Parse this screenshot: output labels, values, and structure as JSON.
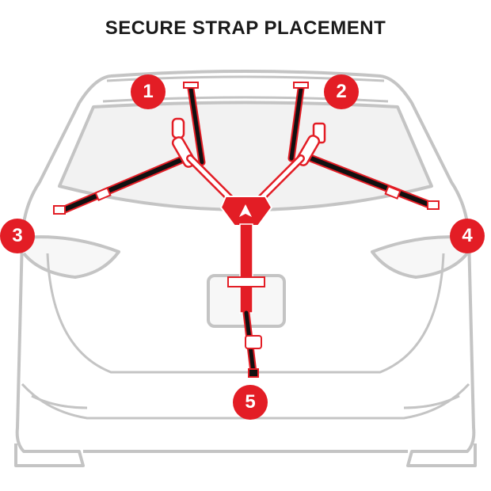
{
  "title": "SECURE STRAP PLACEMENT",
  "markers": [
    {
      "label": "1"
    },
    {
      "label": "2"
    },
    {
      "label": "3"
    },
    {
      "label": "4"
    },
    {
      "label": "5"
    }
  ],
  "colors": {
    "accent": "#e31d25",
    "outline": "#c4c4c4",
    "strap": "#111111"
  }
}
